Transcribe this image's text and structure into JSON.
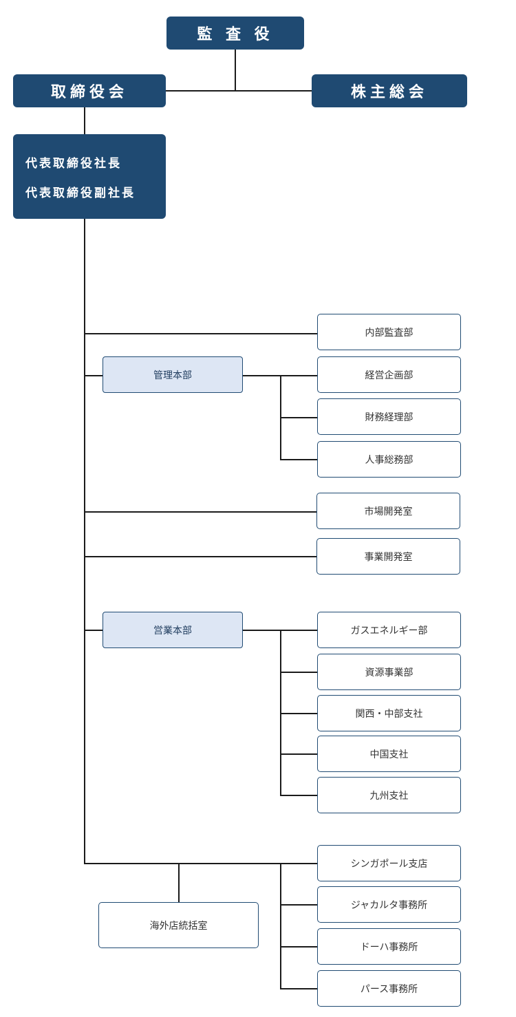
{
  "top": {
    "auditor": "監 査 役",
    "board": "取締役会",
    "shareholders": "株主総会",
    "exec_lines": [
      "代表取締役社長",
      "代表取締役副社長"
    ]
  },
  "internal_audit": "内部監査部",
  "admin": {
    "hq": "管理本部",
    "depts": [
      "経営企画部",
      "財務経理部",
      "人事総務部"
    ]
  },
  "market_dev": "市場開発室",
  "business_dev": "事業開発室",
  "sales": {
    "hq": "営業本部",
    "depts": [
      "ガスエネルギー部",
      "資源事業部",
      "関西・中部支社",
      "中国支社",
      "九州支社"
    ]
  },
  "overseas": {
    "hq": "海外店統括室",
    "offices": [
      "シンガポール支店",
      "ジャカルタ事務所",
      "ドーハ事務所",
      "パース事務所"
    ]
  }
}
